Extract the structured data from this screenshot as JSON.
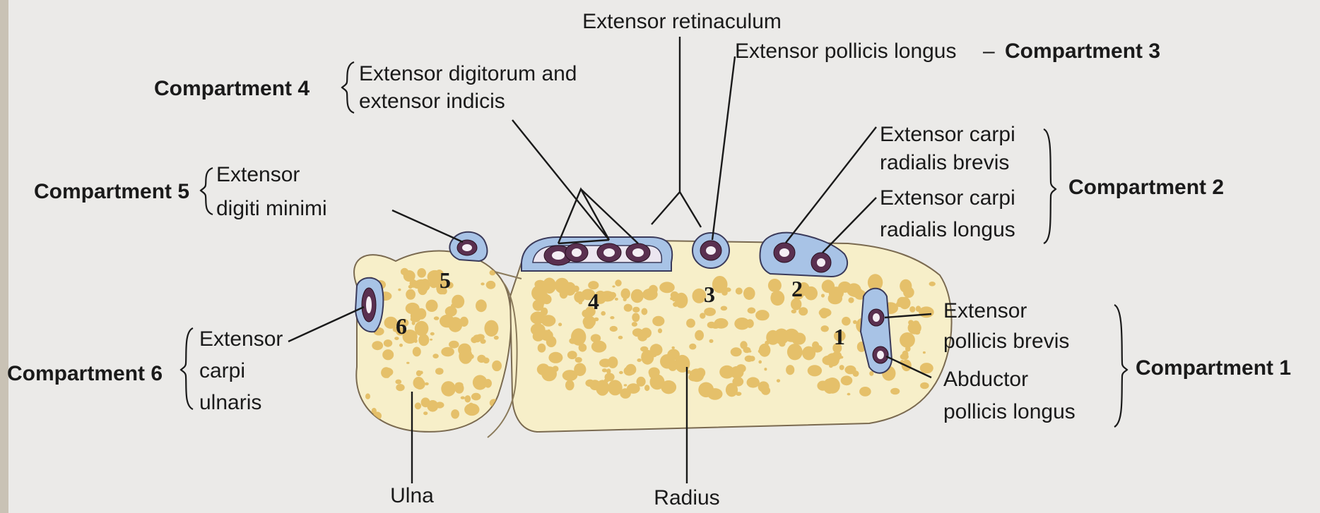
{
  "labels": {
    "extensor_retinaculum": "Extensor retinaculum",
    "ulna": "Ulna",
    "radius": "Radius"
  },
  "compartments": {
    "c1": {
      "title": "Compartment 1",
      "muscle_a_1": "Extensor",
      "muscle_a_2": "pollicis brevis",
      "muscle_b_1": "Abductor",
      "muscle_b_2": "pollicis longus"
    },
    "c2": {
      "title": "Compartment 2",
      "muscle_a_1": "Extensor carpi",
      "muscle_a_2": "radialis brevis",
      "muscle_b_1": "Extensor carpi",
      "muscle_b_2": "radialis longus"
    },
    "c3": {
      "title": "Compartment 3",
      "muscle": "Extensor pollicis longus",
      "dash": "–"
    },
    "c4": {
      "title": "Compartment 4",
      "muscle_1": "Extensor digitorum and",
      "muscle_2": "extensor indicis"
    },
    "c5": {
      "title": "Compartment 5",
      "muscle_1": "Extensor",
      "muscle_2": "digiti minimi"
    },
    "c6": {
      "title": "Compartment 6",
      "muscle_1": "Extensor",
      "muscle_2": "carpi",
      "muscle_3": "ulnaris"
    }
  },
  "numbers": {
    "n1": "1",
    "n2": "2",
    "n3": "3",
    "n4": "4",
    "n5": "5",
    "n6": "6"
  },
  "colors": {
    "background": "#ebeae8",
    "bone": "#f7efc9",
    "bone_spots": "#e2b85a",
    "sheath": "#a8c3e6",
    "tendon": "#5a3050"
  }
}
